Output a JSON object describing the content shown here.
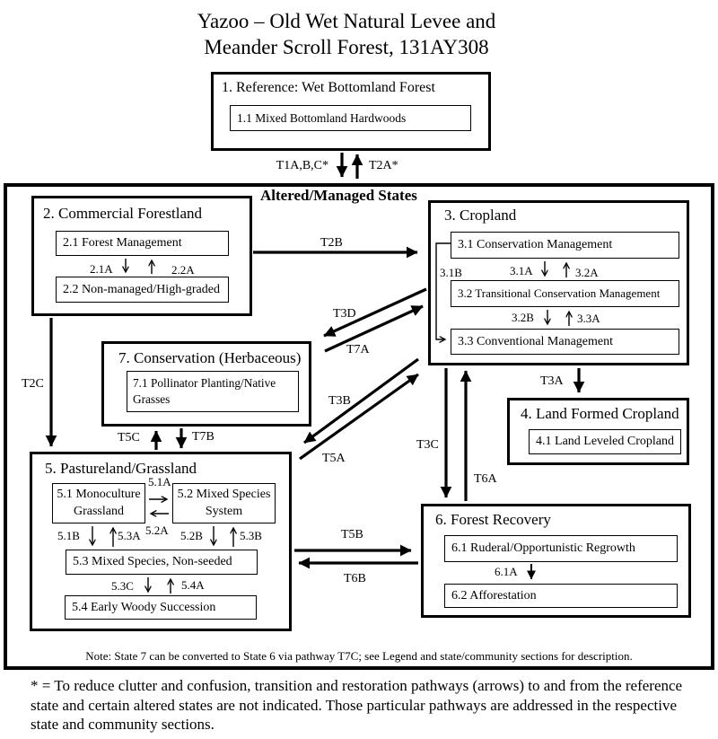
{
  "page": {
    "title_line1": "Yazoo – Old Wet Natural Levee and",
    "title_line2": "Meander Scroll Forest, 131AY308"
  },
  "reference": {
    "title": "1. Reference: Wet Bottomland Forest",
    "c11": "1.1 Mixed Bottomland Hardwoods"
  },
  "top_transitions": {
    "t1abc": "T1A,B,C*",
    "t2a": "T2A*"
  },
  "container": {
    "title": "Altered/Managed States",
    "note": "Note: State 7 can be converted to State 6 via pathway T7C; see Legend and state/community sections for description."
  },
  "state2": {
    "title": "2. Commercial Forestland",
    "c21": "2.1 Forest Management",
    "c22": "2.2 Non-managed/High-graded",
    "p21a": "2.1A",
    "p22a": "2.2A"
  },
  "state3": {
    "title": "3. Cropland",
    "c31": "3.1 Conservation Management",
    "c32": "3.2 Transitional Conservation Management",
    "c33": "3.3 Conventional Management",
    "p31a": "3.1A",
    "p32a": "3.2A",
    "p31b": "3.1B",
    "p32b": "3.2B",
    "p33a": "3.3A"
  },
  "state4": {
    "title": "4. Land Formed Cropland",
    "c41": "4.1 Land Leveled Cropland"
  },
  "state5": {
    "title": "5. Pastureland/Grassland",
    "c51": "5.1 Monoculture Grassland",
    "c52": "5.2 Mixed Species System",
    "c53": "5.3 Mixed Species, Non-seeded",
    "c54": "5.4 Early Woody Succession",
    "p51a": "5.1A",
    "p52a": "5.2A",
    "p51b": "5.1B",
    "p53a": "5.3A",
    "p52b": "5.2B",
    "p53b": "5.3B",
    "p53c": "5.3C",
    "p54a": "5.4A"
  },
  "state6": {
    "title": "6. Forest Recovery",
    "c61": "6.1 Ruderal/Opportunistic Regrowth",
    "c62": "6.2 Afforestation",
    "p61a": "6.1A"
  },
  "state7": {
    "title": "7. Conservation (Herbaceous)",
    "c71": "7.1 Pollinator Planting/Native Grasses"
  },
  "transitions": {
    "t2b": "T2B",
    "t2c": "T2C",
    "t3a": "T3A",
    "t3b": "T3B",
    "t3c": "T3C",
    "t3d": "T3D",
    "t5a": "T5A",
    "t5b": "T5B",
    "t5c": "T5C",
    "t6a": "T6A",
    "t6b": "T6B",
    "t7a": "T7A",
    "t7b": "T7B"
  },
  "footnote_lines": [
    "* = To reduce clutter and confusion, transition and restoration pathways (arrows) to and from the reference",
    "state and certain altered states are not indicated. Those particular pathways are addressed in the respective",
    "state and community sections."
  ]
}
